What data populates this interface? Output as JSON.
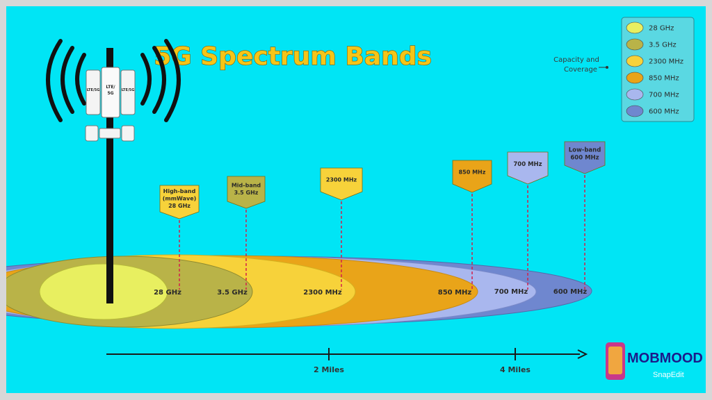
{
  "title": "5G Spectrum Bands",
  "legend": {
    "caption_line1": "Capacity and",
    "caption_line2": "Coverage",
    "items": [
      {
        "label": "28 GHz",
        "color": "#e8ef60"
      },
      {
        "label": "3.5 GHz",
        "color": "#b9b348"
      },
      {
        "label": "2300 MHz",
        "color": "#f7d23a"
      },
      {
        "label": "850 MHz",
        "color": "#e9a419"
      },
      {
        "label": "700 MHz",
        "color": "#a9b7ee"
      },
      {
        "label": "600 MHz",
        "color": "#6f87cf"
      }
    ]
  },
  "tower": {
    "panel_left": "LTE/5G",
    "panel_center_1": "LTE/",
    "panel_center_2": "5G",
    "panel_right": "LTE/5G"
  },
  "bands": [
    {
      "ellipse_label": "28 GHz",
      "tag": [
        "High-band",
        "(mmWave)",
        "28 GHz"
      ],
      "color": "#e8ef60"
    },
    {
      "ellipse_label": "3.5 GHz",
      "tag": [
        "Mid-band",
        "3.5 GHz"
      ],
      "color": "#b9b348"
    },
    {
      "ellipse_label": "2300 MHz",
      "tag": [
        "2300 MHz"
      ],
      "color": "#f7d23a"
    },
    {
      "ellipse_label": "850 MHz",
      "tag": [
        "850 MHz"
      ],
      "color": "#e9a419"
    },
    {
      "ellipse_label": "700 MHz",
      "tag": [
        "700 MHz"
      ],
      "color": "#a9b7ee"
    },
    {
      "ellipse_label": "600 MHz",
      "tag": [
        "Low-band",
        "600 MHz"
      ],
      "color": "#6f87cf"
    }
  ],
  "axis": {
    "ticks": [
      {
        "label": "2 Miles",
        "miles": 2
      },
      {
        "label": "4 Miles",
        "miles": 4
      }
    ]
  },
  "watermark": {
    "brand": "MOBMOOD",
    "sub": "SnapEdit"
  }
}
